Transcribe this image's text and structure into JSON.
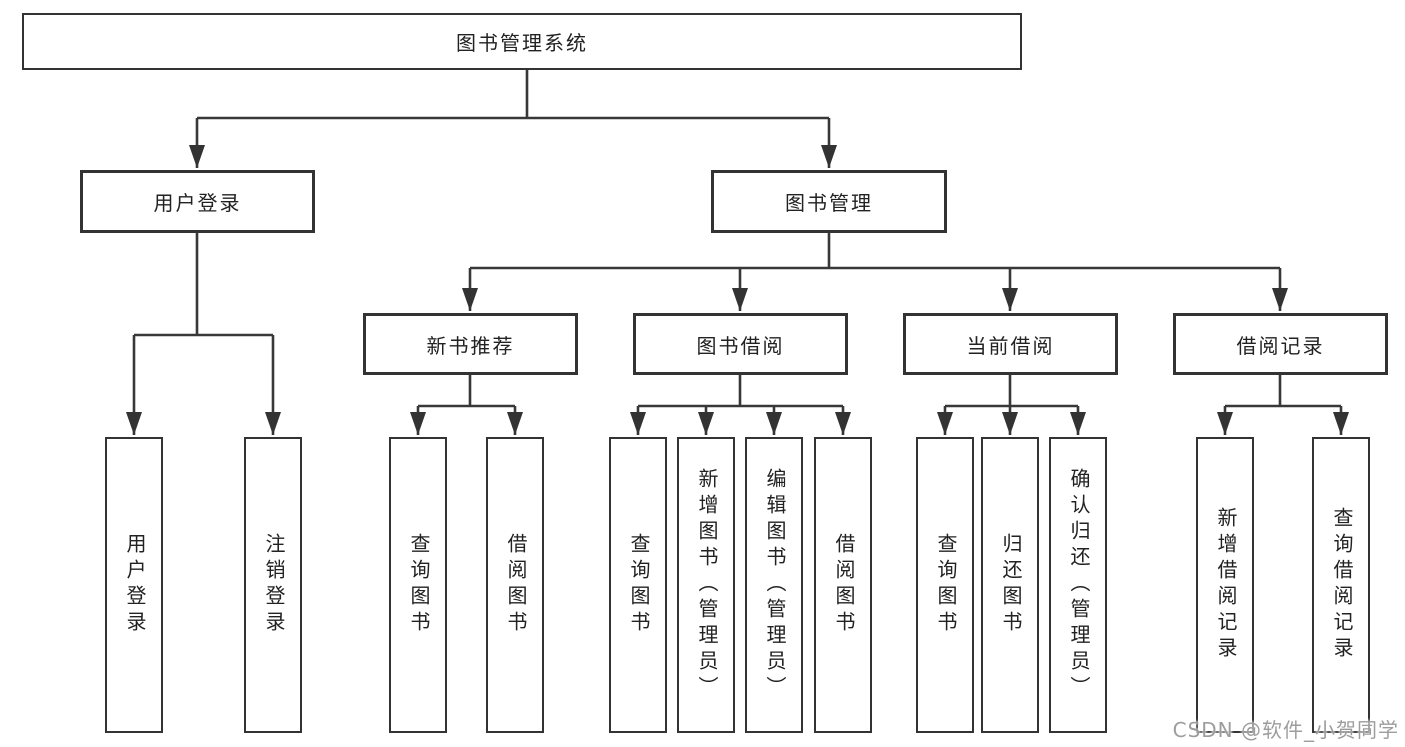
{
  "diagram": {
    "type": "hierarchy-tree",
    "colors": {
      "background": "#ffffff",
      "line": "#383838",
      "box_border": "#333333",
      "text": "#222222",
      "watermark": "#9d9d9d"
    }
  },
  "tree": {
    "root": {
      "label": "图书管理系统",
      "children": [
        {
          "label": "用户登录",
          "children": [
            {
              "label": "用户登录"
            },
            {
              "label": "注销登录"
            }
          ]
        },
        {
          "label": "图书管理",
          "children": [
            {
              "label": "新书推荐",
              "children": [
                {
                  "label": "查询图书"
                },
                {
                  "label": "借阅图书"
                }
              ]
            },
            {
              "label": "图书借阅",
              "children": [
                {
                  "label": "查询图书"
                },
                {
                  "label": "新增图书（管理员）"
                },
                {
                  "label": "编辑图书（管理员）"
                },
                {
                  "label": "借阅图书"
                }
              ]
            },
            {
              "label": "当前借阅",
              "children": [
                {
                  "label": "查询图书"
                },
                {
                  "label": "归还图书"
                },
                {
                  "label": "确认归还（管理员）"
                }
              ]
            },
            {
              "label": "借阅记录",
              "children": [
                {
                  "label": "新增借阅记录"
                },
                {
                  "label": "查询借阅记录"
                }
              ]
            }
          ]
        }
      ]
    }
  },
  "watermark": {
    "text": "CSDN @软件_小贺同学"
  }
}
